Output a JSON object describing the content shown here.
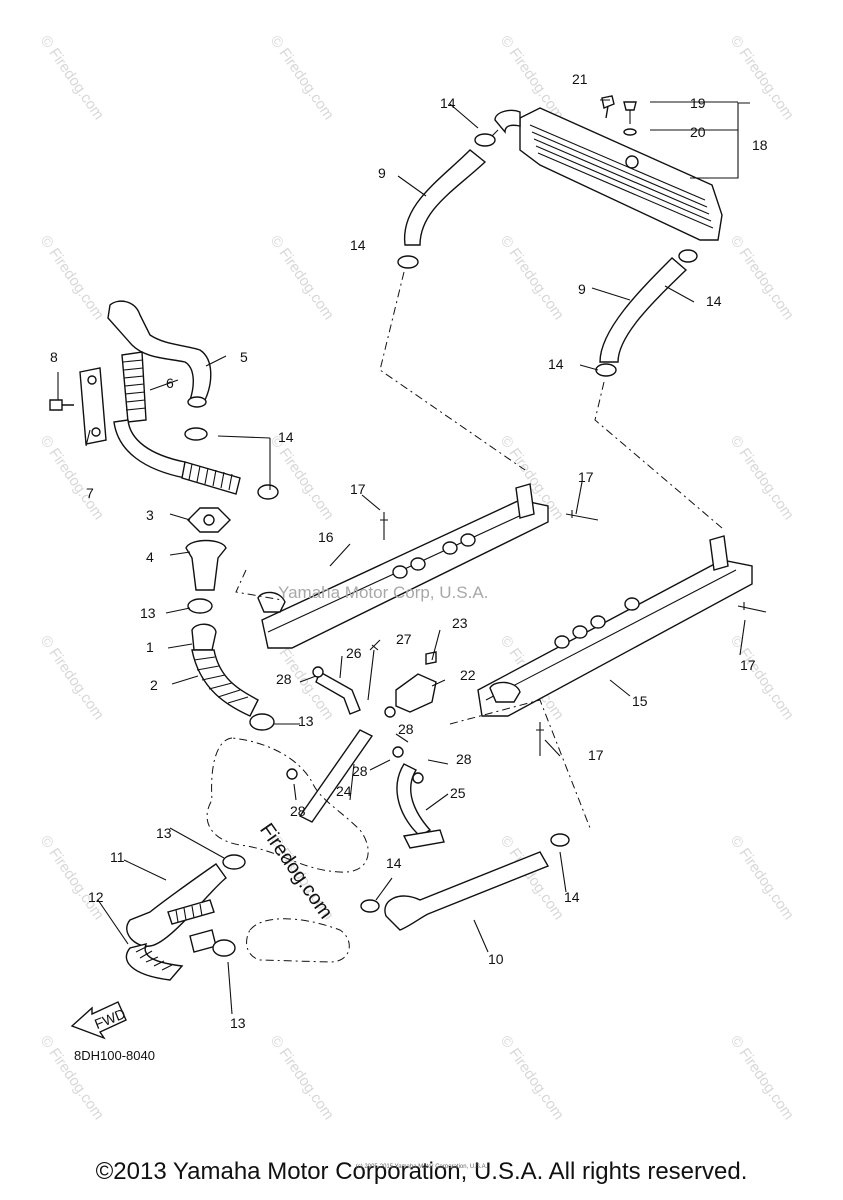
{
  "watermark": {
    "tile_text": "© Firedog.com",
    "center_text": "Yamaha Motor Corp, U.S.A.",
    "firedog_text": "Firedog.com"
  },
  "diagram": {
    "part_code": "8DH100-8040",
    "fwd_label": "FWD",
    "callouts": [
      "1",
      "2",
      "3",
      "4",
      "5",
      "6",
      "7",
      "8",
      "9",
      "10",
      "11",
      "12",
      "13",
      "14",
      "15",
      "16",
      "17",
      "18",
      "19",
      "20",
      "21",
      "22",
      "23",
      "24",
      "25",
      "26",
      "27",
      "28"
    ]
  },
  "footer": {
    "copyright": "©2013 Yamaha Motor Corporation, U.S.A. All rights reserved.",
    "small_copyright": "(c) 2005-2015 Yamaha Motor Corporation, U.S.A."
  }
}
